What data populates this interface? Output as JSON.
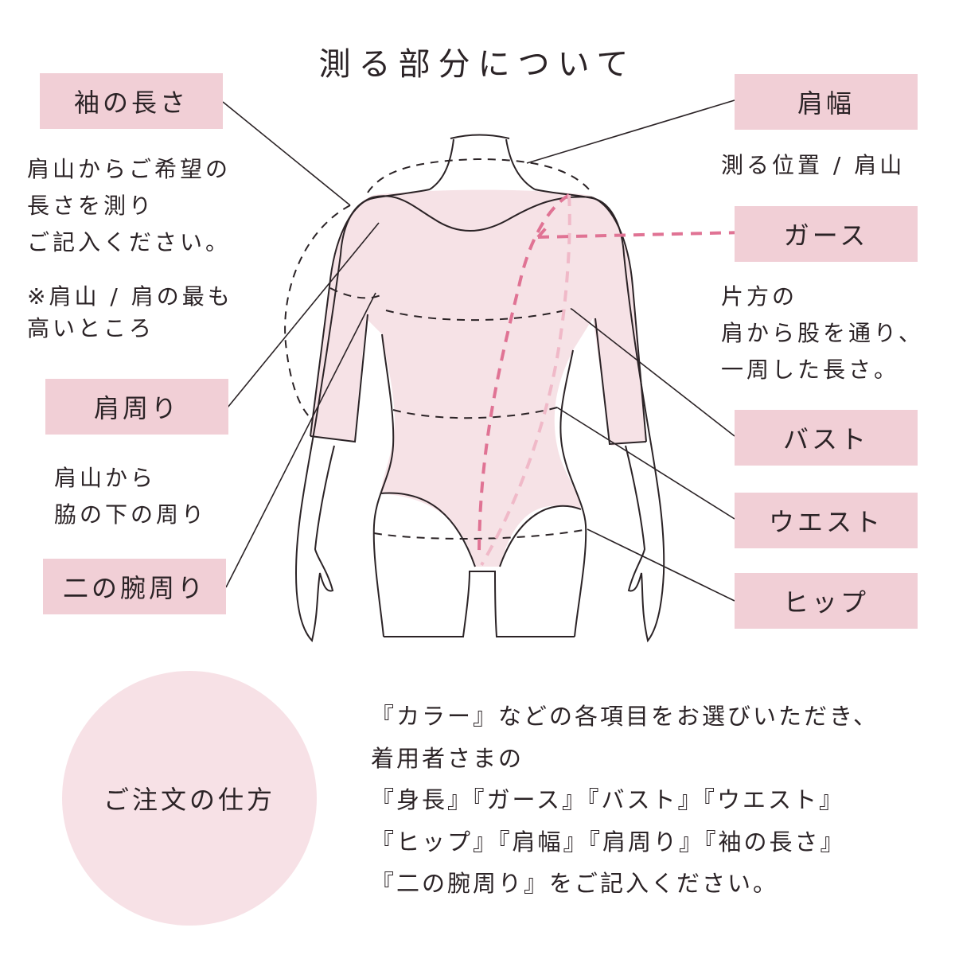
{
  "title": "測る部分について",
  "labels": {
    "sleeve_length": "袖の長さ",
    "shoulder_width": "肩幅",
    "girth": "ガース",
    "shoulder_circ": "肩周り",
    "bust": "バスト",
    "waist": "ウエスト",
    "upper_arm": "二の腕周り",
    "hip": "ヒップ"
  },
  "descriptions": {
    "sleeve_length": [
      "肩山からご希望の",
      "長さを測り",
      "ご記入ください。"
    ],
    "sleeve_note": [
      "※肩山 / 肩の最も",
      "高いところ"
    ],
    "shoulder_width": [
      "測る位置 / 肩山"
    ],
    "girth": [
      "片方の",
      "肩から股を通り、",
      "一周した長さ。"
    ],
    "shoulder_circ": [
      "肩山から",
      "脇の下の周り"
    ]
  },
  "order": {
    "heading": "ご注文の仕方",
    "lines": [
      "『カラー』などの各項目をお選びいただき、",
      "着用者さまの",
      "『身長』『ガース』『バスト』『ウエスト』",
      "『ヒップ』『肩幅』『肩周り』『袖の長さ』",
      "『二の腕周り』をご記入ください。"
    ]
  },
  "colors": {
    "label_bg": "#f1cfd6",
    "garment_fill": "#f6e2e6",
    "girth_line": "#e07394",
    "circle_bg": "#f7e1e6",
    "outline": "#2b2326"
  }
}
